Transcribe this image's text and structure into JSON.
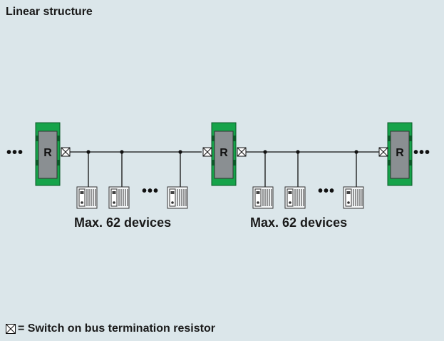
{
  "title": "Linear structure",
  "repeater_label": "R",
  "segments": [
    {
      "label": "Max. 62 devices"
    },
    {
      "label": "Max. 62 devices"
    }
  ],
  "ellipsis": "•••",
  "legend": {
    "symbol": "switch-icon",
    "text": "= Switch on bus termination resistor"
  },
  "colors": {
    "background": "#dbe6ea",
    "repeater_green": "#16a34a",
    "repeater_body": "#8a8f92",
    "bus_line": "#111111"
  }
}
